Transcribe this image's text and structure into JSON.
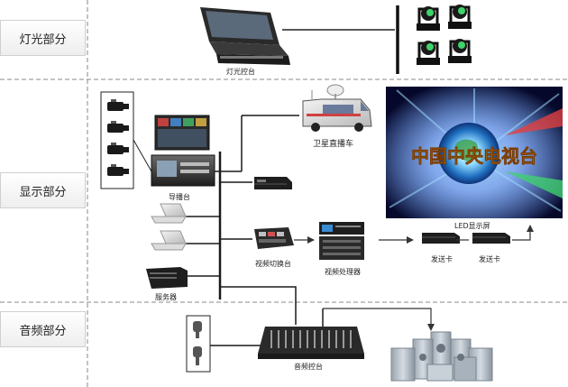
{
  "sections": {
    "lighting": "灯光部分",
    "display": "显示部分",
    "audio": "音频部分"
  },
  "devices": {
    "lighting_console": "灯光控台",
    "satellite_van": "卫星直播车",
    "director_station": "导播台",
    "video_switcher": "视频切换台",
    "video_processor": "视频处理器",
    "sender_card_1": "发送卡",
    "sender_card_2": "发送卡",
    "led_screen": "LED显示屏",
    "server": "服务器",
    "audio_console": "音频控台"
  },
  "screen_text": "中国中央电视台",
  "colors": {
    "divider": "#888888",
    "bus_line": "#1a1a1a",
    "screen_bg": "#0a0f3a",
    "screen_text": "#e8c020"
  }
}
